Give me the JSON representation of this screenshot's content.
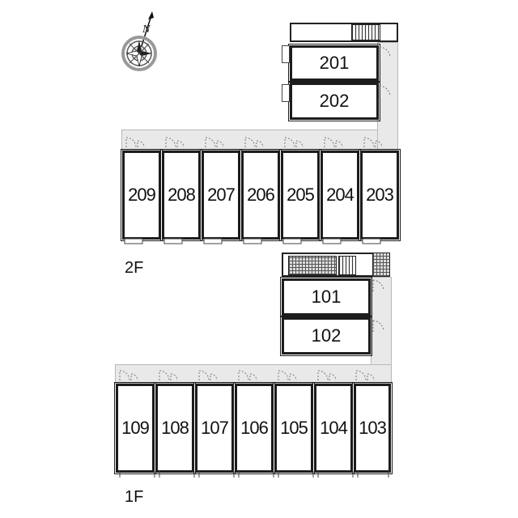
{
  "compass": {
    "north_label": "N",
    "icon": "compass-rose-icon"
  },
  "floors": [
    {
      "label": "2F",
      "units_row": [
        "209",
        "208",
        "207",
        "206",
        "205",
        "204",
        "203"
      ],
      "units_column": [
        "201",
        "202"
      ]
    },
    {
      "label": "1F",
      "units_row": [
        "109",
        "108",
        "107",
        "106",
        "105",
        "104",
        "103"
      ],
      "units_column": [
        "101",
        "102"
      ]
    }
  ],
  "colors": {
    "corridor": "#e9e9e9",
    "wall": "#1c1c1c",
    "stair_hatch": "#555555"
  }
}
